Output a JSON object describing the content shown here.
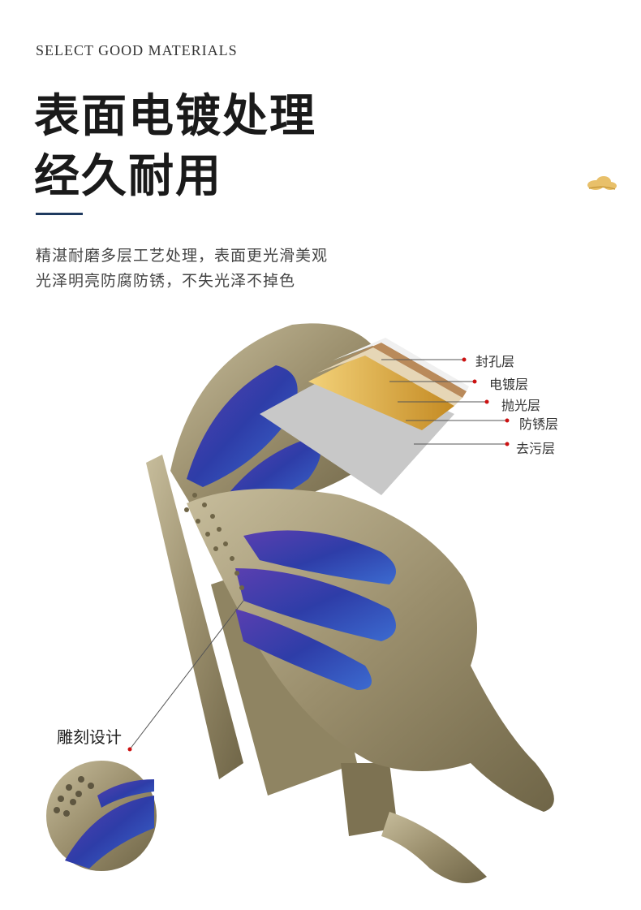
{
  "eyebrow": "SELECT GOOD MATERIALS",
  "headline": {
    "line1": "表面电镀处理",
    "line2": "经久耐用"
  },
  "description": {
    "line1": "精湛耐磨多层工艺处理，表面更光滑美观",
    "line2": "光泽明亮防腐防锈，不失光泽不掉色"
  },
  "layers": [
    "封孔层",
    "电镀层",
    "抛光层",
    "防锈层",
    "去污层"
  ],
  "carve_label": "雕刻设计",
  "colors": {
    "accent": "#1f3a5f",
    "bronze": "#9c9070",
    "enamel": "#2f3fa0",
    "gold": "#d8a23a",
    "dot": "#cc1111",
    "cloud": "#e8c06a"
  }
}
